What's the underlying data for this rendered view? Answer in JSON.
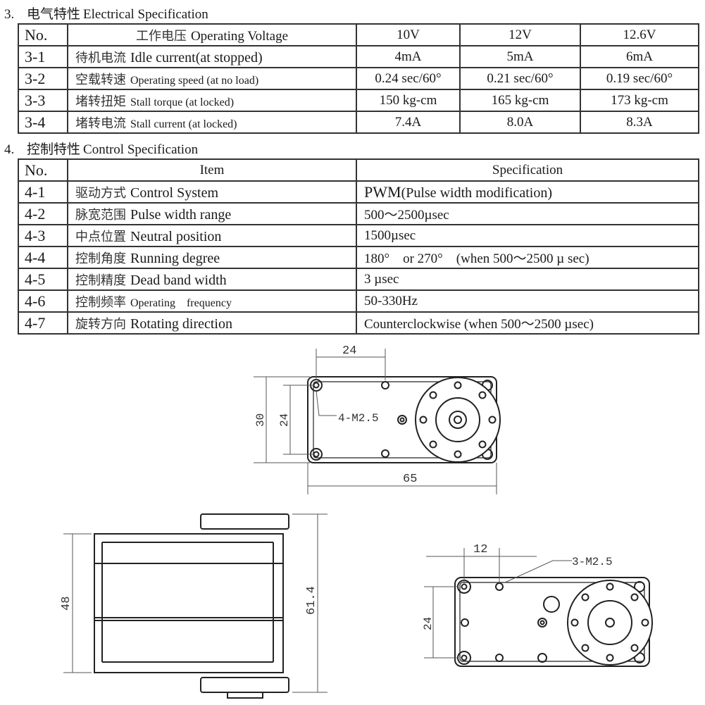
{
  "electrical": {
    "section_number": "3.",
    "section_title_cn": "电气特性",
    "section_title_en": "Electrical Specification",
    "header": {
      "no": "No.",
      "item_cn": "工作电压",
      "item_en": "Operating Voltage",
      "voltages": [
        "10V",
        "12V",
        "12.6V"
      ]
    },
    "rows": [
      {
        "no": "3-1",
        "item_cn": "待机电流",
        "item_en": "Idle current(at stopped)",
        "values": [
          "4mA",
          "5mA",
          "6mA"
        ]
      },
      {
        "no": "3-2",
        "item_cn": "空载转速",
        "item_en": "Operating speed (at no load)",
        "values": [
          "0.24 sec/60°",
          "0.21 sec/60°",
          "0.19 sec/60°"
        ]
      },
      {
        "no": "3-3",
        "item_cn": "堵转扭矩",
        "item_en": "Stall torque (at locked)",
        "values": [
          "150 kg-cm",
          "165 kg-cm",
          "173 kg-cm"
        ]
      },
      {
        "no": "3-4",
        "item_cn": "堵转电流",
        "item_en": "Stall current (at locked)",
        "values": [
          "7.4A",
          "8.0A",
          "8.3A"
        ]
      }
    ]
  },
  "control": {
    "section_number": "4.",
    "section_title_cn": "控制特性",
    "section_title_en": "Control Specification",
    "header": {
      "no": "No.",
      "item": "Item",
      "spec": "Specification"
    },
    "rows": [
      {
        "no": "4-1",
        "item_cn": "驱动方式",
        "item_en": "Control System",
        "spec_main": "PWM",
        "spec_rest": "(Pulse width modification)"
      },
      {
        "no": "4-2",
        "item_cn": "脉宽范围",
        "item_en": "Pulse width range",
        "spec_main": "",
        "spec_rest": "500～2500µsec"
      },
      {
        "no": "4-3",
        "item_cn": "中点位置",
        "item_en": "Neutral position",
        "spec_main": "",
        "spec_rest": "1500µsec"
      },
      {
        "no": "4-4",
        "item_cn": "控制角度",
        "item_en": "Running degree",
        "spec_main": "",
        "spec_rest": "180°    or 270°    (when 500～2500 µ sec)"
      },
      {
        "no": "4-5",
        "item_cn": "控制精度",
        "item_en": "Dead band width",
        "spec_main": "",
        "spec_rest": "3 µsec"
      },
      {
        "no": "4-6",
        "item_cn": "控制频率",
        "item_en": "Operating    frequency",
        "spec_main": "",
        "spec_rest": "50-330Hz"
      },
      {
        "no": "4-7",
        "item_cn": "旋转方向",
        "item_en": "Rotating direction",
        "spec_main": "",
        "spec_rest": "Counterclockwise (when 500～2500 µsec)"
      }
    ]
  },
  "drawings": {
    "top_view": {
      "hole_spacing_x": "24",
      "height_outer": "30",
      "hole_spacing_y": "24",
      "length": "65",
      "screw_label": "4-M2.5"
    },
    "side_view": {
      "body_height": "48",
      "total_height": "61.4"
    },
    "bottom_view": {
      "hole_spacing_x": "12",
      "hole_spacing_y": "24",
      "screw_label": "3-M2.5"
    }
  }
}
